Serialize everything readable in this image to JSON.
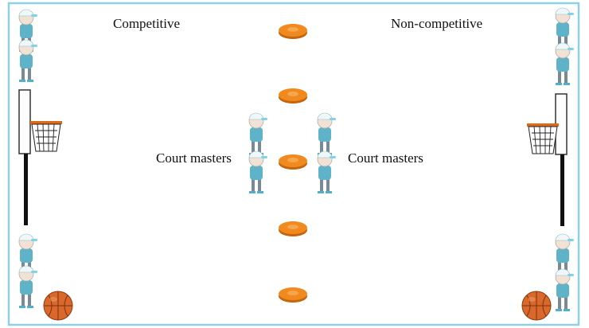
{
  "labels": {
    "left_top": "Competitive",
    "right_top": "Non-competitive",
    "center_left": "Court masters",
    "center_right": "Court masters"
  },
  "colors": {
    "court_border": "#8fd0e6",
    "cone": "#f08a1e",
    "cone_shadow": "#c5650e",
    "ball": "#d9682a",
    "hoop_rim": "#e06a1a",
    "pole": "#111111",
    "shirt": "#5fb3c9",
    "cap": "#7fd3e8",
    "skin": "#f1e2d6"
  },
  "icons": [
    "player-figure-icon",
    "cone-marker-icon",
    "basketball-hoop-icon",
    "basketball-icon"
  ]
}
